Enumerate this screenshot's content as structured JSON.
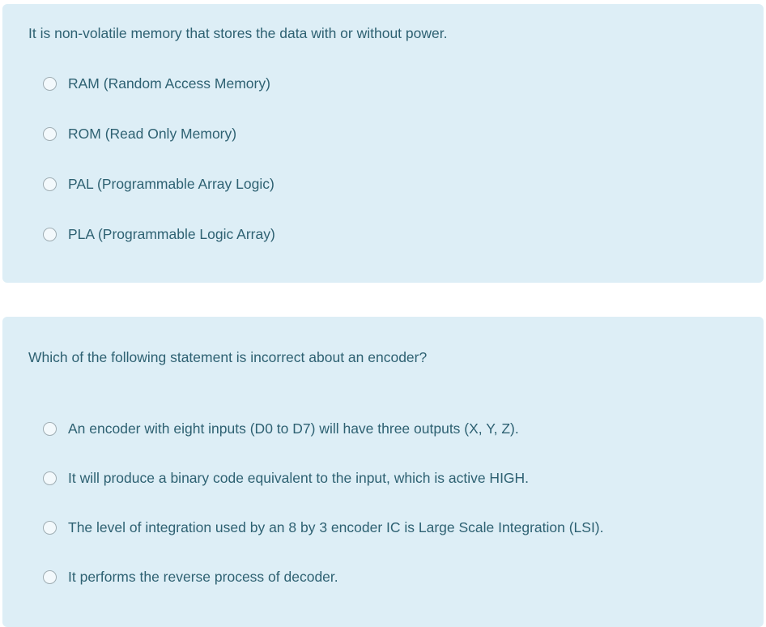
{
  "colors": {
    "card_background": "#ddeef6",
    "page_background": "#ffffff",
    "text": "#2e6172",
    "radio_border": "#9fadb3"
  },
  "questions": [
    {
      "text": "It is non-volatile memory that stores the data with or without power.",
      "options": [
        "RAM (Random Access Memory)",
        "ROM (Read Only Memory)",
        "PAL (Programmable Array Logic)",
        "PLA (Programmable Logic Array)"
      ]
    },
    {
      "text": "Which of the following statement is incorrect about an encoder?",
      "options": [
        "An encoder with eight inputs (D0 to D7) will have three outputs (X, Y, Z).",
        "It will produce a binary code equivalent to the input, which is active HIGH.",
        "The level of integration used by an 8 by 3 encoder IC is Large Scale Integration (LSI).",
        "It performs the reverse process of decoder."
      ]
    }
  ]
}
